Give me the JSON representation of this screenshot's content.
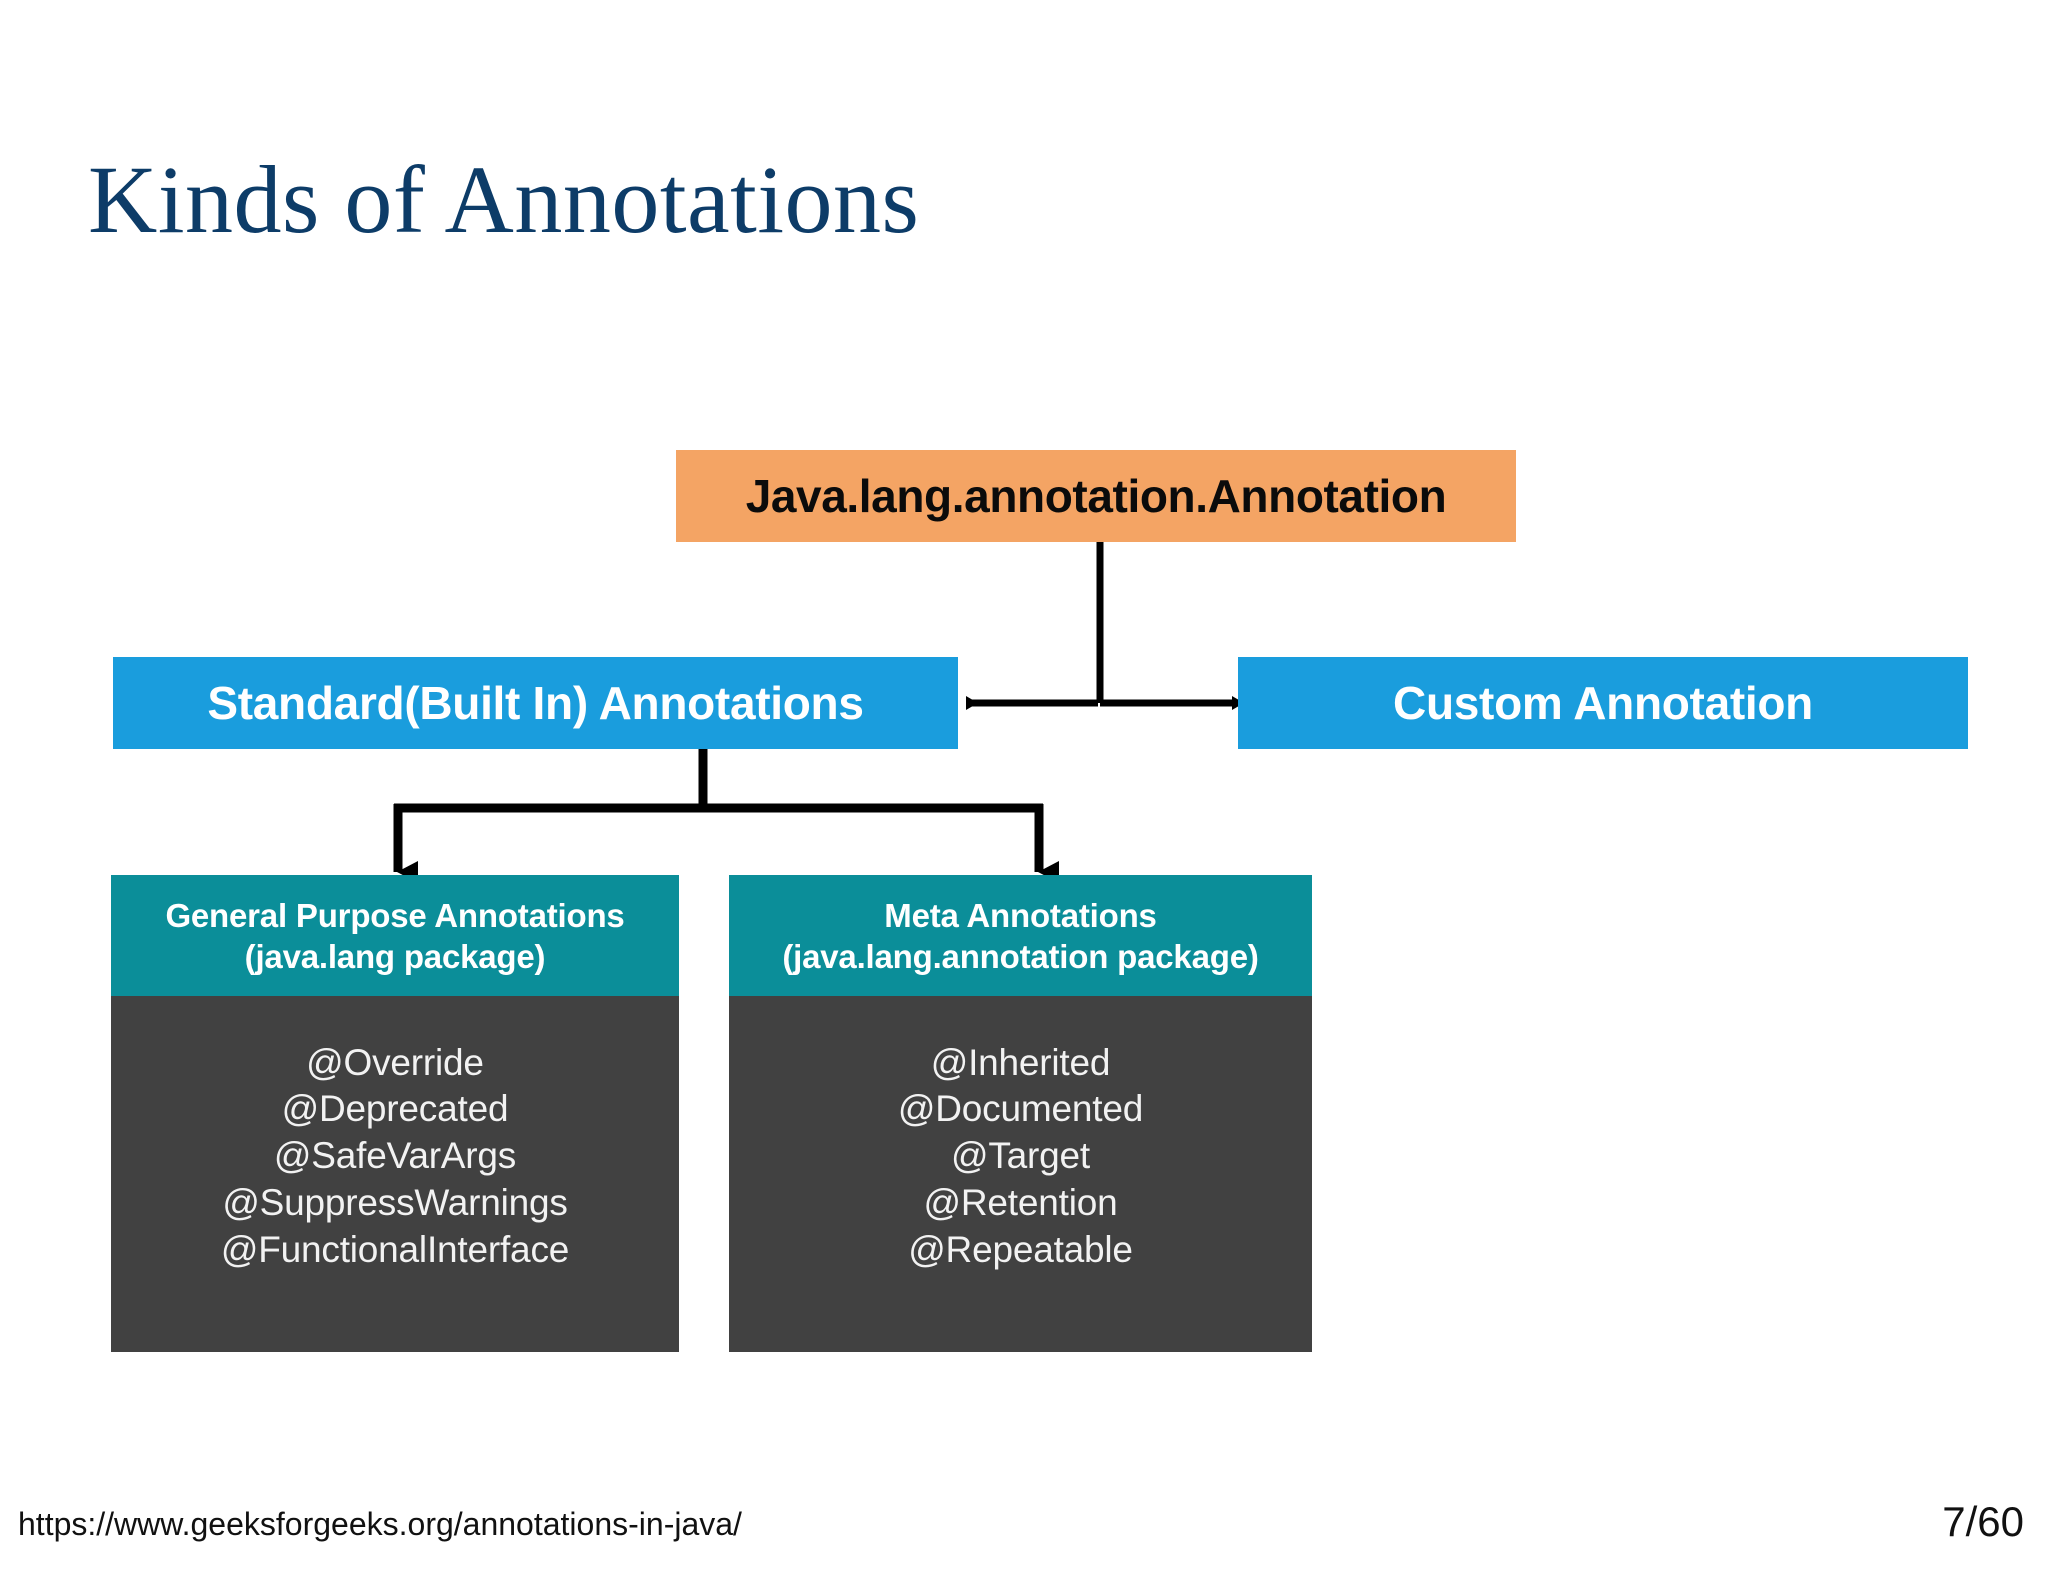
{
  "slide": {
    "title": "Kinds of Annotations",
    "source_url": "https://www.geeksforgeeks.org/annotations-in-java/",
    "page_number": "7/60"
  },
  "colors": {
    "title": "#0d3c68",
    "root_box": "#f4a464",
    "level2_box": "#1a9ddd",
    "card_header": "#0b8e99",
    "card_body": "#414141",
    "connector": "#000000",
    "background": "#ffffff"
  },
  "diagram": {
    "type": "hierarchy",
    "root": {
      "label": "Java.lang.annotation.Annotation"
    },
    "level2": [
      {
        "label": "Standard(Built In) Annotations"
      },
      {
        "label": "Custom Annotation"
      }
    ],
    "cards": [
      {
        "title_line1": "General Purpose Annotations",
        "title_line2": "(java.lang package)",
        "items": [
          "@Override",
          "@Deprecated",
          "@SafeVarArgs",
          "@SuppressWarnings",
          "@FunctionalInterface"
        ]
      },
      {
        "title_line1": "Meta Annotations",
        "title_line2": "(java.lang.annotation package)",
        "items": [
          "@Inherited",
          "@Documented",
          "@Target",
          "@Retention",
          "@Repeatable"
        ]
      }
    ]
  }
}
